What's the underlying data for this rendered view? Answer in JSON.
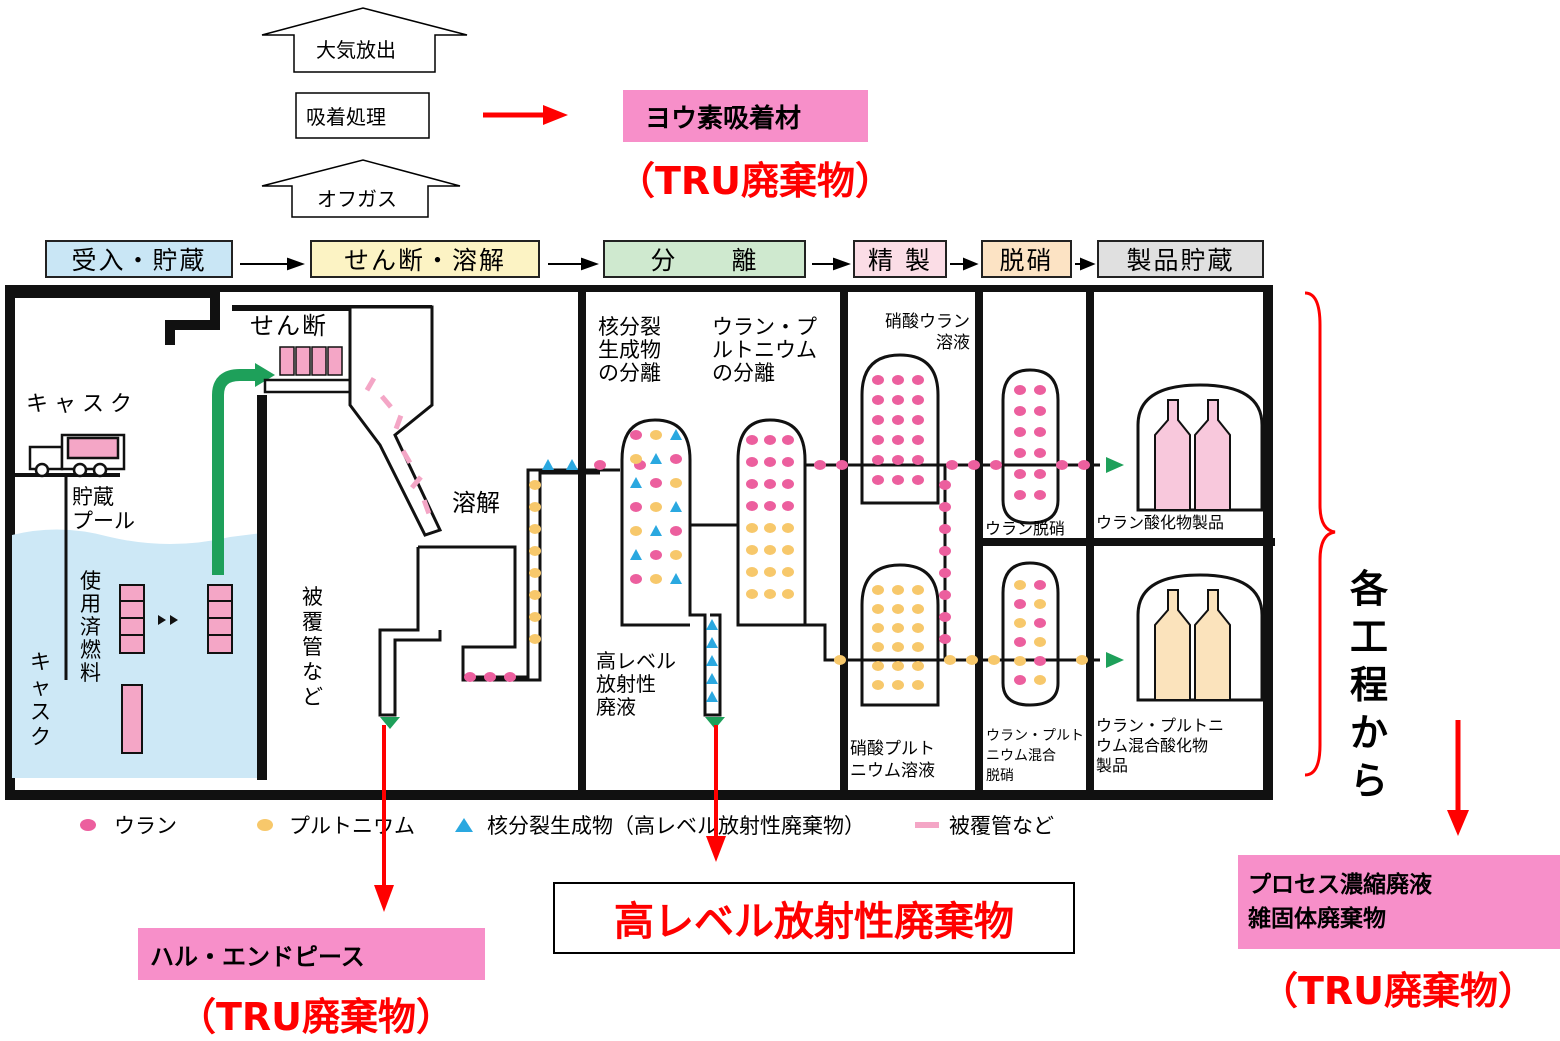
{
  "top": {
    "atmospheric_release": "大気放出",
    "adsorption_treatment": "吸着処理",
    "offgas": "オフガス",
    "iodine_adsorbent": "ヨウ素吸着材",
    "tru_label": "（TRU廃棄物）"
  },
  "stages": [
    "受入・貯蔵",
    "せん断・溶解",
    "分　　離",
    "精 製",
    "脱硝",
    "製品貯蔵"
  ],
  "diagram_labels": {
    "shearing": "せん断",
    "cask_top": "キャスク",
    "storage_pool": [
      "貯蔵",
      "プール"
    ],
    "spent_fuel": [
      "使",
      "用",
      "済",
      "燃",
      "料"
    ],
    "cask_bottom": [
      "キ",
      "ャ",
      "ス",
      "ク"
    ],
    "cladding": [
      "被",
      "覆",
      "管",
      "な",
      "ど"
    ],
    "dissolution": "溶解",
    "fp_separation": [
      "核分裂",
      "生成物",
      "の分離"
    ],
    "u_pu_separation": [
      "ウラン・プ",
      "ルトニウム",
      "の分離"
    ],
    "hlw": [
      "高レベル",
      "放射性",
      "廃液"
    ],
    "uranyl_nitrate": [
      "硝酸ウラン",
      "溶液"
    ],
    "pu_nitrate": [
      "硝酸プルト",
      "ニウム溶液"
    ],
    "u_denitration": "ウラン脱硝",
    "u_pu_denitration": [
      "ウラン・プルト",
      "ニウム混合",
      "脱硝"
    ],
    "u_oxide_product": "ウラン酸化物製品",
    "mox_product": [
      "ウラン・プルトニ",
      "ウム混合酸化物",
      "製品"
    ]
  },
  "legend": [
    {
      "symbol": "pink-dot",
      "label": "ウラン",
      "color": "#ec5f9e"
    },
    {
      "symbol": "yellow-dot",
      "label": "プルトニウム",
      "color": "#f7c86b"
    },
    {
      "symbol": "blue-triangle",
      "label": "核分裂生成物（高レベル放射性廃棄物）",
      "color": "#2aa8e0"
    },
    {
      "symbol": "pink-bar",
      "label": "被覆管など",
      "color": "#f4a6c6"
    }
  ],
  "side": {
    "from_each_process": [
      "各",
      "工",
      "程",
      "か",
      "ら"
    ]
  },
  "outputs": {
    "hull_endpiece": "ハル・エンドピース",
    "hlw_waste": "高レベル放射性廃棄物",
    "process_waste_line1": "プロセス濃縮廃液",
    "process_waste_line2": "雑固体廃棄物"
  },
  "colors": {
    "pink_fill": "#f78fc9",
    "red_arrow": "#ff0000",
    "water": "#cde8f6",
    "green_arrow": "#1ea05a"
  }
}
